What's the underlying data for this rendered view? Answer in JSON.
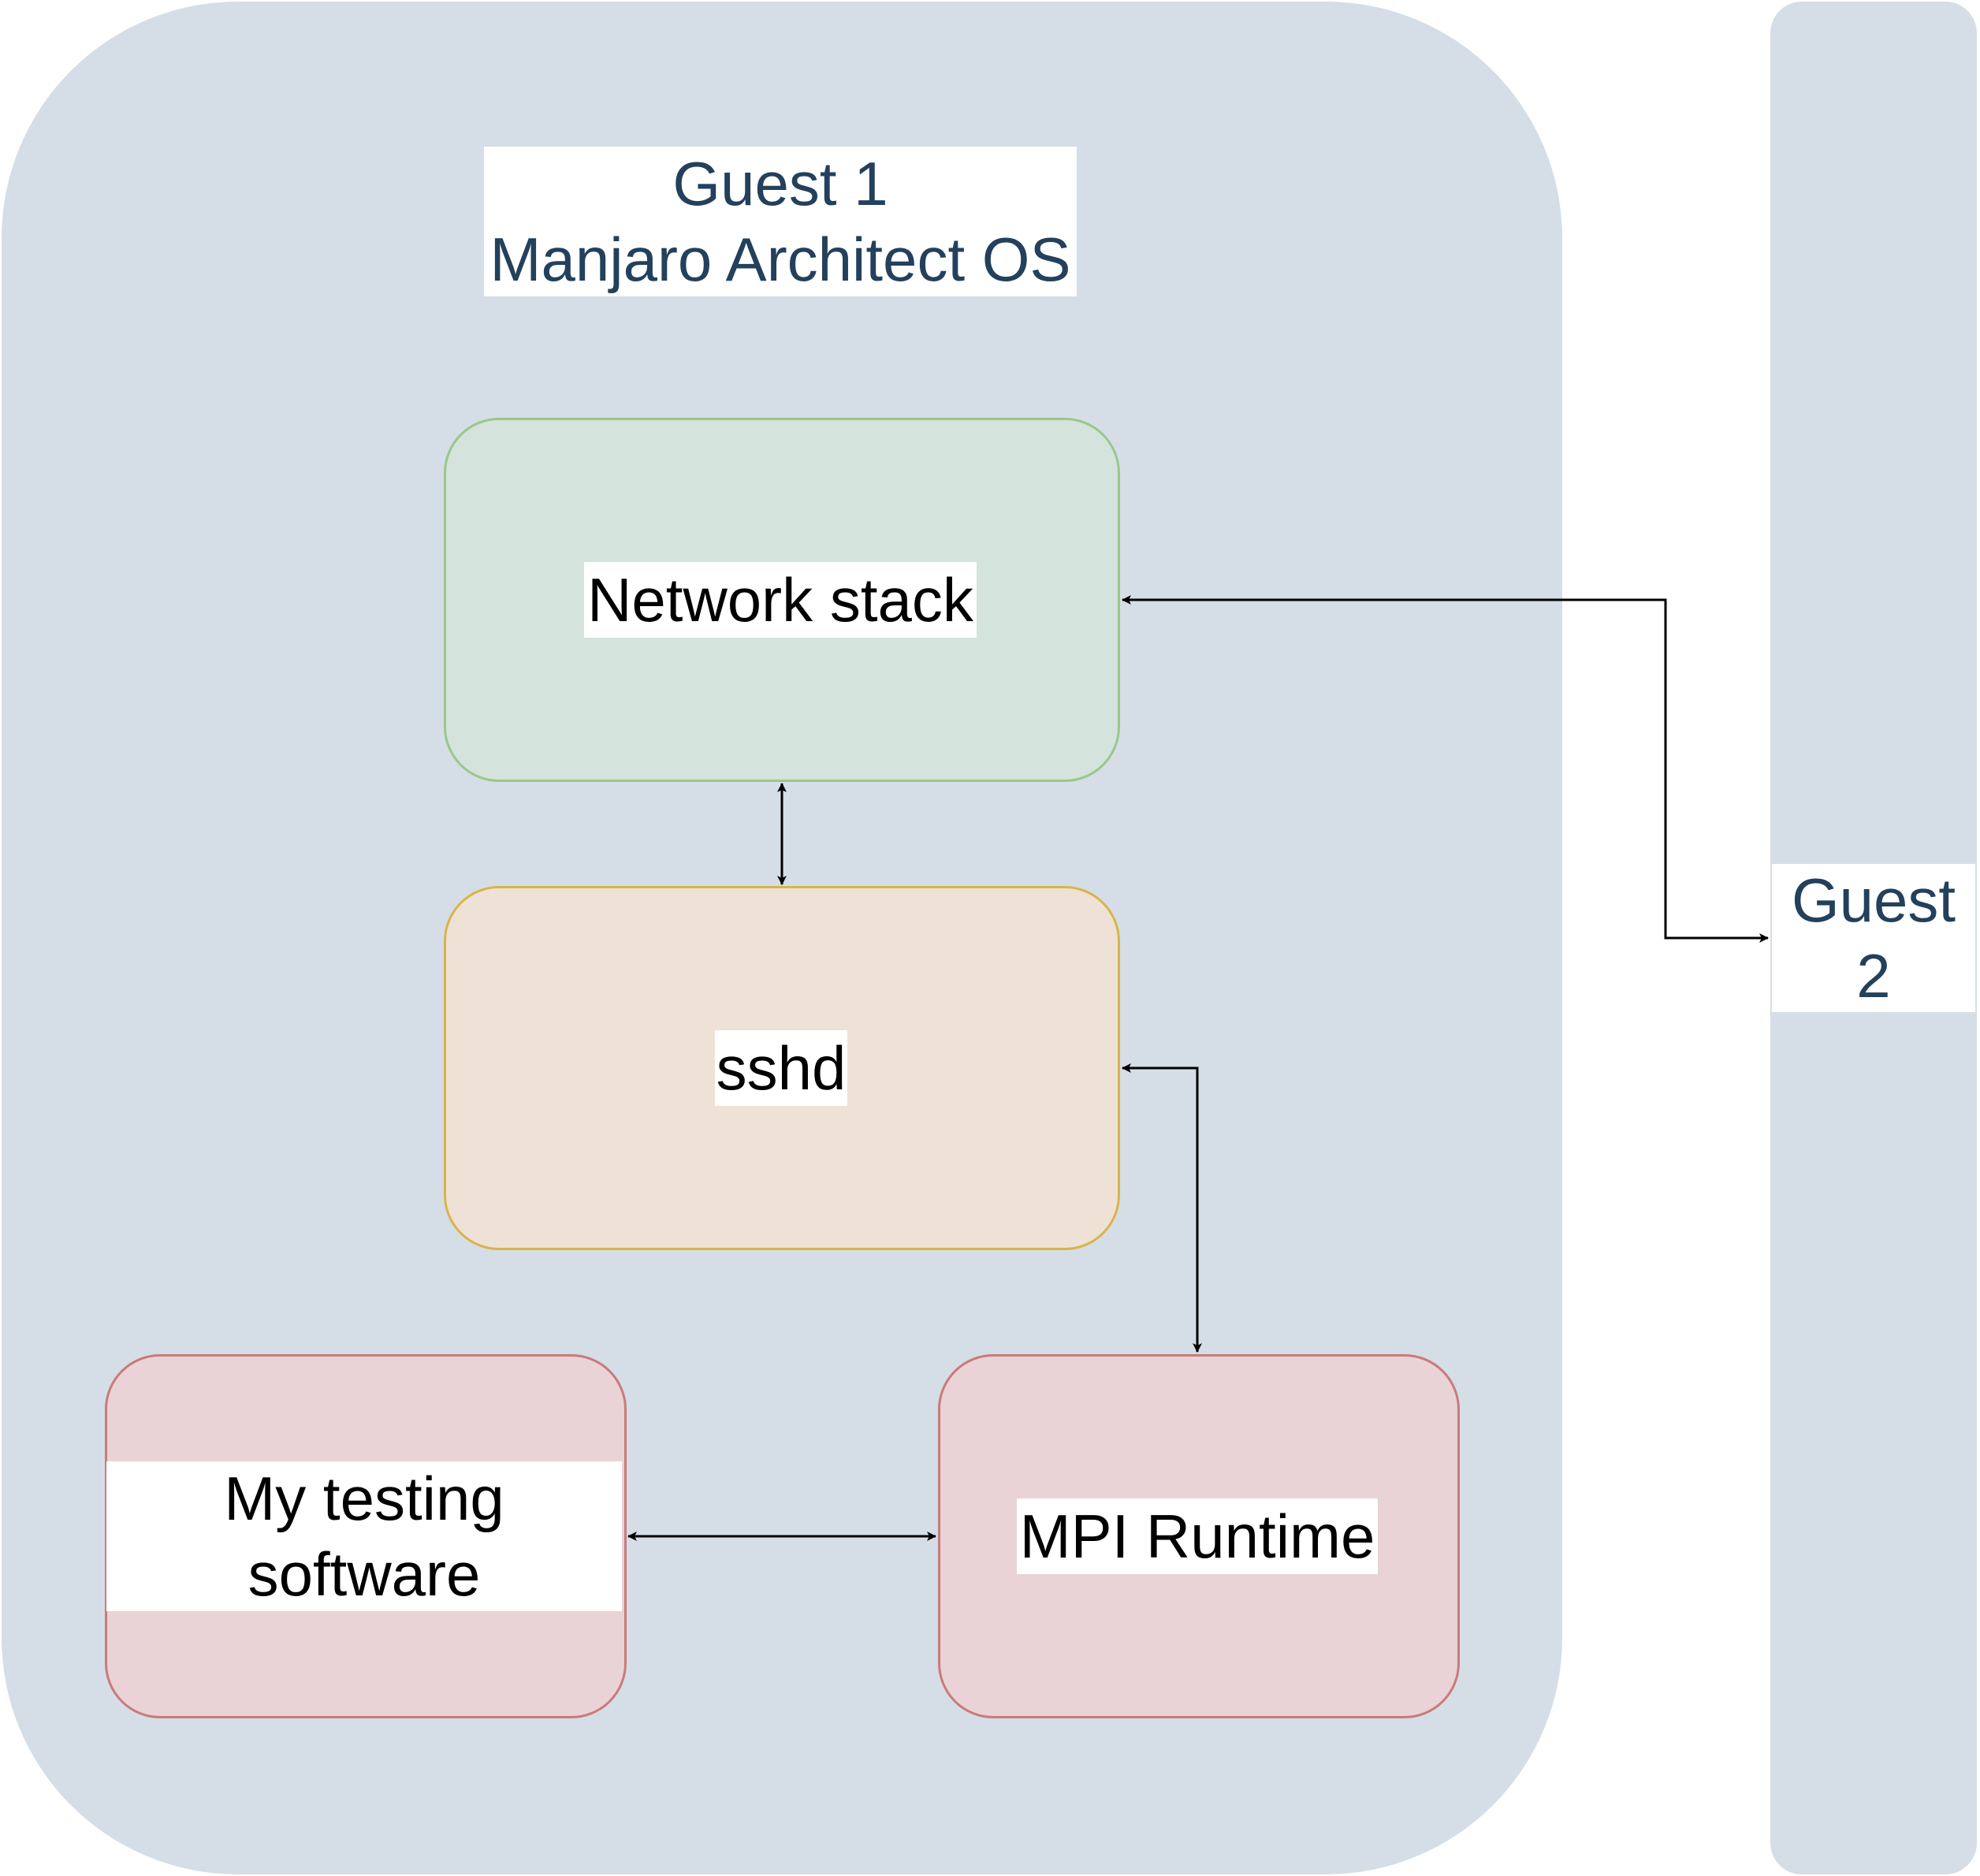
{
  "diagram": {
    "colors": {
      "container_fill": "#d5dee6",
      "container_text": "#23405c",
      "network_fill": "#d4e3dc",
      "network_border": "#9ac78a",
      "sshd_fill": "#eee2d6",
      "sshd_border": "#d9b44a",
      "runtime_fill": "#e9d3d6",
      "runtime_border": "#c97b7b",
      "arrow": "#000000"
    },
    "containers": {
      "guest1": {
        "title_lines": [
          "Guest 1",
          "Manjaro Architect OS"
        ]
      },
      "guest2": {
        "title_lines": [
          "Guest",
          "2"
        ]
      }
    },
    "nodes": {
      "network_stack": {
        "label": "Network stack"
      },
      "sshd": {
        "label": "sshd"
      },
      "testing_software": {
        "label_lines": [
          "My testing",
          "software"
        ]
      },
      "mpi_runtime": {
        "label": "MPI Runtime"
      }
    },
    "edges": [
      {
        "from": "network_stack",
        "to": "guest2",
        "direction": "both"
      },
      {
        "from": "network_stack",
        "to": "sshd",
        "direction": "both"
      },
      {
        "from": "sshd",
        "to": "mpi_runtime",
        "direction": "both"
      },
      {
        "from": "testing_software",
        "to": "mpi_runtime",
        "direction": "both"
      }
    ]
  }
}
